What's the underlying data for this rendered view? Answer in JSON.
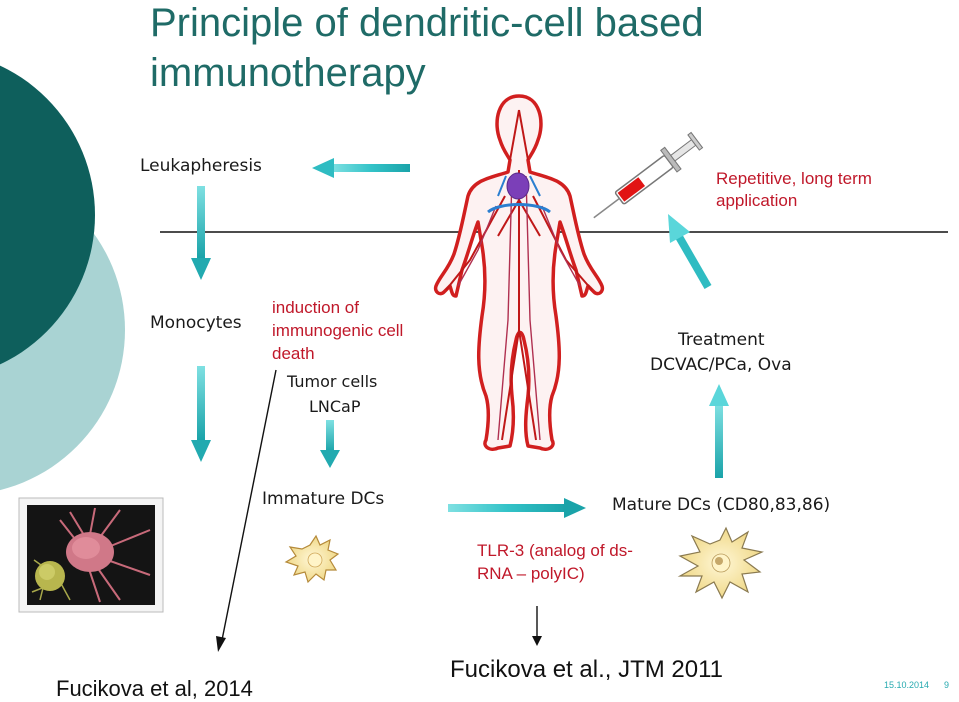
{
  "title": "Principle of dendritic-cell based immunotherapy",
  "labels": {
    "leukapheresis": "Leukapheresis",
    "repetitive": "Repetitive, long term application",
    "monocytes": "Monocytes",
    "induction": "induction of immunogenic cell death",
    "tumor_cells": "Tumor cells",
    "lncap": "LNCaP",
    "treatment": "Treatment",
    "dcvac": "DCVAC/PCa, Ova",
    "immature": "Immature DCs",
    "mature": "Mature DCs (CD80,83,86)",
    "tlr3": "TLR-3 (analog of ds-RNA – polyIC)"
  },
  "citations": {
    "left": "Fucikova et al, 2014",
    "right": "Fucikova et al., JTM 2011"
  },
  "footer": {
    "date": "15.10.2014",
    "page": "9"
  },
  "colors": {
    "title": "#1f6b67",
    "teal_dark": "#0e5f5c",
    "teal_light": "#a9d3d3",
    "arrow": "#3cc5c9",
    "red_text": "#c0182a"
  },
  "icons": {
    "body": "human-circulatory-system-icon",
    "syringe": "syringe-icon",
    "immature_dc": "immature-dendritic-cell-icon",
    "mature_dc": "mature-dendritic-cell-icon",
    "micrograph": "dendritic-cell-micrograph"
  }
}
